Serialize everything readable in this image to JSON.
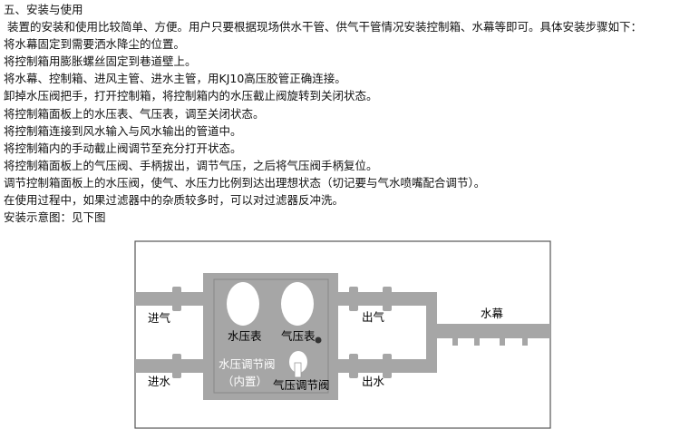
{
  "heading": "五、安装与使用",
  "intro": " 装置的安装和使用比较简单、方便。用户只要根据现场供水干管、供气干管情况安装控制箱、水幕等即可。具体安装步骤如下：",
  "steps": [
    "将水幕固定到需要洒水降尘的位置。",
    "将控制箱用膨胀螺丝固定到巷道壁上。",
    "将水幕、控制箱、进风主管、进水主管，用KJ10高压胶管正确连接。",
    "卸掉水压阀把手，打开控制箱，将控制箱内的水压截止阀旋转到关闭状态。",
    "将控制箱面板上的水压表、气压表，调至关闭状态。",
    "将控制箱连接到风水输入与风水输出的管道中。",
    "将控制箱内的手动截止阀调节至充分打开状态。",
    "将控制箱面板上的气压阀、手柄拔出，调节气压，之后将气压阀手柄复位。",
    "调节控制箱面板上的水压阀，使气、水压力比例到达出理想状态（切记要与气水喷嘴配合调节）。",
    "在使用过程中，如果过滤器中的杂质较多时，可以对过滤器反冲洗。",
    "安装示意图：见下图"
  ],
  "diagram": {
    "air_in": "进气",
    "water_in": "进水",
    "water_gauge": "水压表",
    "air_gauge": "气压表",
    "water_valve": "水压调节阀",
    "water_valve_note": "（内置）",
    "air_valve": "气压调节阀",
    "air_out": "出气",
    "water_out": "出水",
    "water_curtain": "水幕",
    "colors": {
      "pipe": "#a6a6a6",
      "frame": "#555555"
    }
  }
}
